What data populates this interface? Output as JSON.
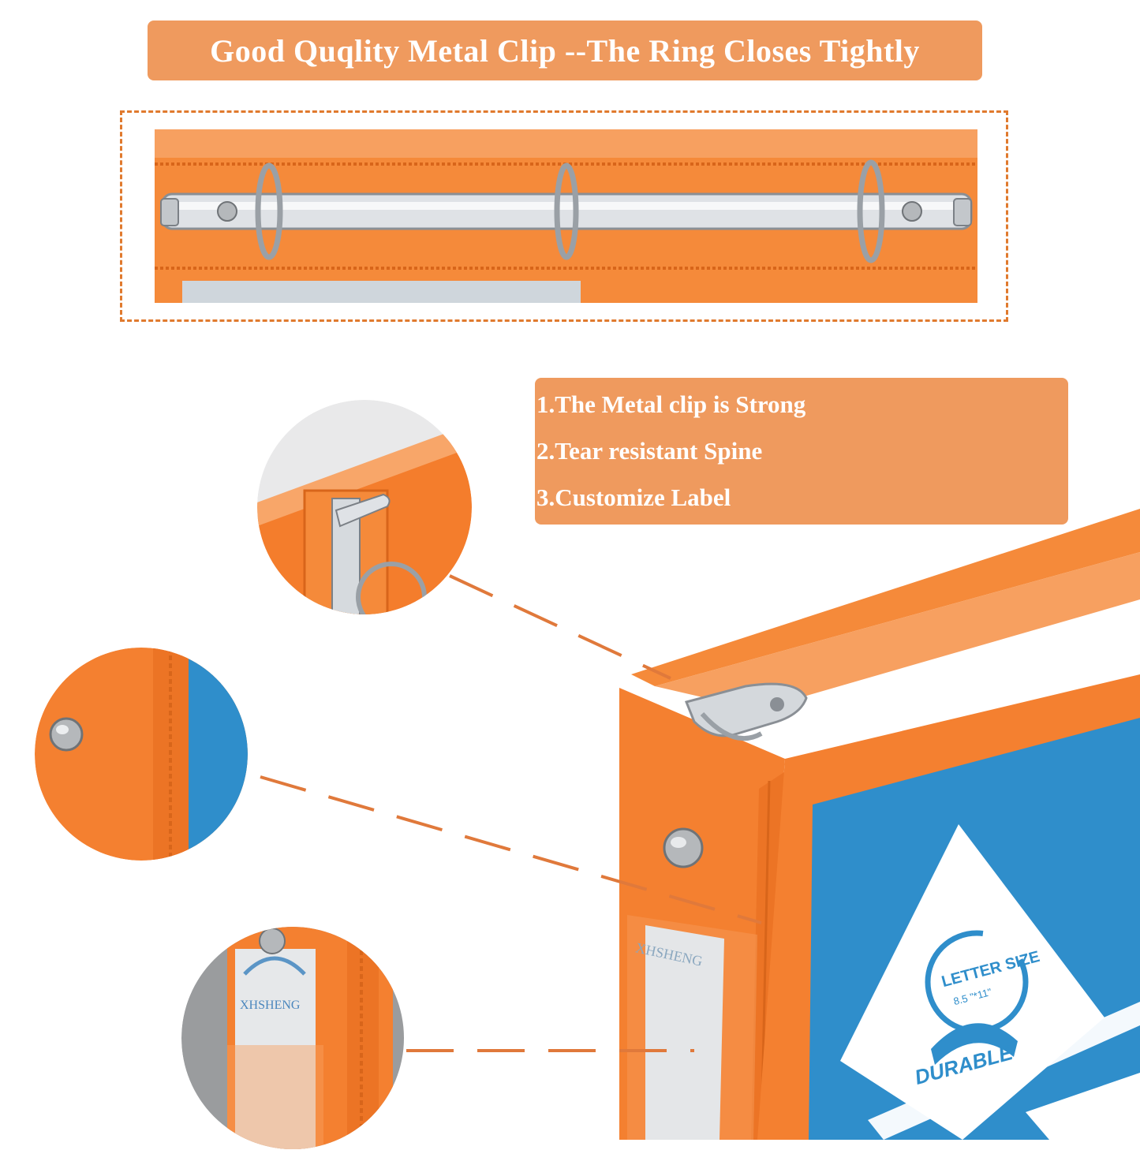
{
  "title": "Good Quqlity Metal Clip --The Ring Closes Tightly",
  "features": [
    "1.The Metal clip is Strong",
    "2.Tear resistant Spine",
    "3.Customize Label"
  ],
  "label_brand": "XHSHENG",
  "cover_badge": {
    "line1": "LETTER SIZE",
    "line2": "8.5 \"*11\"",
    "line3": "DURABLE"
  },
  "colors": {
    "banner": "#ef9a5e",
    "binder_orange": "#f47d2c",
    "cover_blue": "#2f8ecb",
    "metal": "#cfd3d8",
    "leader_line": "#e0793b"
  }
}
